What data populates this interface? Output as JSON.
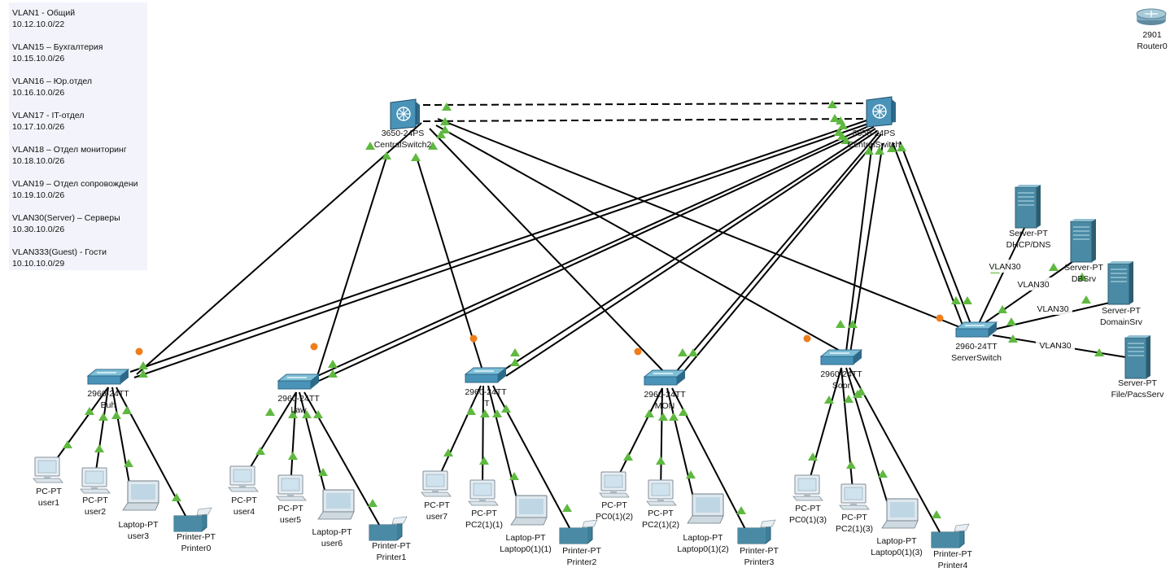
{
  "notes": [
    {
      "name": "VLAN1 - Общий",
      "net": "10.12.10.0/22"
    },
    {
      "name": "VLAN15 – Бухгалтерия",
      "net": "10.15.10.0/26"
    },
    {
      "name": "VLAN16 – Юр.отдел",
      "net": "10.16.10.0/26"
    },
    {
      "name": "VLAN17 - IT-отдел",
      "net": "10.17.10.0/26"
    },
    {
      "name": "VLAN18 – Отдел мониторинг",
      "net": "10.18.10.0/26"
    },
    {
      "name": "VLAN19 – Отдел сопровождени",
      "net": "10.19.10.0/26"
    },
    {
      "name": "VLAN30(Server) – Серверы",
      "net": "10.30.10.0/26"
    },
    {
      "name": "VLAN333(Guest) - Гости",
      "net": "10.10.10.0/29"
    }
  ],
  "devices": {
    "router0": {
      "model": "2901",
      "name": "Router0"
    },
    "central_switch2": {
      "model": "3650-24PS",
      "name": "CentralSwitch2"
    },
    "central_switch": {
      "model": "3650-24PS",
      "name": "CentralSwitch"
    },
    "server_switch": {
      "model": "2960-24TT",
      "name": "ServerSwitch"
    },
    "sw_buh": {
      "model": "2960-24TT",
      "name": "Buh"
    },
    "sw_law": {
      "model": "2960-24TT",
      "name": "Law"
    },
    "sw_it": {
      "model": "2960-24TT",
      "name": "IT"
    },
    "sw_mon": {
      "model": "2960-24TT",
      "name": "MON"
    },
    "sw_sopr": {
      "model": "2960-24TT",
      "name": "Sopr"
    },
    "dhcp": {
      "model": "Server-PT",
      "name": "DHCP/DNS"
    },
    "db": {
      "model": "Server-PT",
      "name": "DBSrv"
    },
    "domain": {
      "model": "Server-PT",
      "name": "DomainSrv"
    },
    "file": {
      "model": "Server-PT",
      "name": "File/PacsServ"
    },
    "user1": {
      "model": "PC-PT",
      "name": "user1"
    },
    "user2": {
      "model": "PC-PT",
      "name": "user2"
    },
    "user3": {
      "model": "Laptop-PT",
      "name": "user3"
    },
    "printer0": {
      "model": "Printer-PT",
      "name": "Printer0"
    },
    "user4": {
      "model": "PC-PT",
      "name": "user4"
    },
    "user5": {
      "model": "PC-PT",
      "name": "user5"
    },
    "user6": {
      "model": "Laptop-PT",
      "name": "user6"
    },
    "printer1": {
      "model": "Printer-PT",
      "name": "Printer1"
    },
    "user7": {
      "model": "PC-PT",
      "name": "user7"
    },
    "pc2_1_1": {
      "model": "PC-PT",
      "name": "PC2(1)(1)"
    },
    "laptop0_1_1": {
      "model": "Laptop-PT",
      "name": "Laptop0(1)(1)"
    },
    "printer2": {
      "model": "Printer-PT",
      "name": "Printer2"
    },
    "pc0_1_2": {
      "model": "PC-PT",
      "name": "PC0(1)(2)"
    },
    "pc2_1_2": {
      "model": "PC-PT",
      "name": "PC2(1)(2)"
    },
    "laptop0_1_2": {
      "model": "Laptop-PT",
      "name": "Laptop0(1)(2)"
    },
    "printer3": {
      "model": "Printer-PT",
      "name": "Printer3"
    },
    "pc0_1_3": {
      "model": "PC-PT",
      "name": "PC0(1)(3)"
    },
    "pc2_1_3": {
      "model": "PC-PT",
      "name": "PC2(1)(3)"
    },
    "laptop0_1_3": {
      "model": "Laptop-PT",
      "name": "Laptop0(1)(3)"
    },
    "printer4": {
      "model": "Printer-PT",
      "name": "Printer4"
    }
  },
  "link_labels": [
    "VLAN30",
    "VLAN30",
    "VLAN30",
    "VLAN30"
  ],
  "colors": {
    "link_up": "#5fb940",
    "link_blocked": "#ef7d1a",
    "cable": "#000000",
    "note_bg": "#f3f4fb",
    "switch_blue": "#4a93b8",
    "server_blue": "#4a8aa4"
  }
}
